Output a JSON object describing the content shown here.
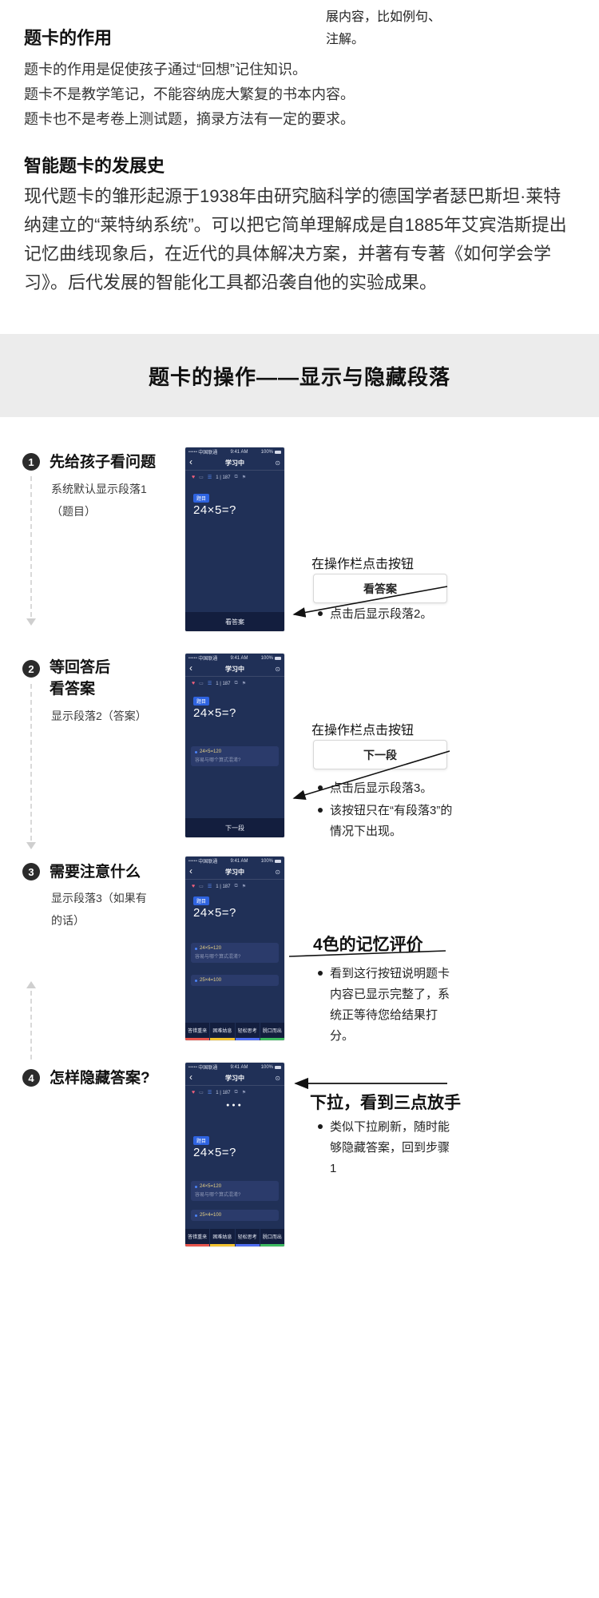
{
  "intro": {
    "top_note": "展内容，比如例句、\n注解。",
    "section1": {
      "heading": "题卡的作用",
      "body": "题卡的作用是促使孩子通过“回想”记住知识。\n题卡不是教学笔记，不能容纳庞大繁复的书本内容。\n题卡也不是考卷上测试题，摘录方法有一定的要求。"
    },
    "section2": {
      "heading": "智能题卡的发展史",
      "body": "现代题卡的雏形起源于1938年由研究脑科学的德国学者瑟巴斯坦·莱特纳建立的“莱特纳系统”。可以把它简单理解成是自1885年艾宾浩斯提出记忆曲线现象后，在近代的具体解决方案，并著有专著《如何学会学习》。后代发展的智能化工具都沿袭自他的实验成果。"
    },
    "band_title": "题卡的操作——显示与隐藏段落"
  },
  "steps": [
    {
      "num": "1",
      "title": "先给孩子看问题",
      "sub": "系统默认显示段落1\n（题目）"
    },
    {
      "num": "2",
      "title": "等回答后\n看答案",
      "sub": "显示段落2（答案）"
    },
    {
      "num": "3",
      "title": "需要注意什么",
      "sub": "显示段落3（如果有\n的话）"
    },
    {
      "num": "4",
      "title": "怎样隐藏答案?",
      "sub": ""
    }
  ],
  "annotations": {
    "step1": {
      "action_label": "在操作栏点击按钮",
      "button": "看答案",
      "bullet1": "点击后显示段落2。"
    },
    "step2": {
      "action_label": "在操作栏点击按钮",
      "button": "下一段",
      "bullet1": "点击后显示段落3。",
      "bullet2": "该按钮只在“有段落3”的情况下出现。"
    },
    "step3": {
      "title": "4色的记忆评价",
      "bullet1": "看到这行按钮说明题卡内容已显示完整了，系统正等待您给结果打分。"
    },
    "step4": {
      "title": "下拉，看到三点放手",
      "bullet1": "类似下拉刷新，随时能够隐藏答案，回到步骤1"
    }
  },
  "phone": {
    "carrier": "中国联通",
    "time": "9:41 AM",
    "battery": "100%",
    "nav_title": "学习中",
    "counter": "1 | 187",
    "badge": "题目",
    "question": "24×5=?",
    "answer1": "24×5=120",
    "answer1_sub": "容易与哪个算式混淆?",
    "answer2": "25×4=100",
    "see_answer_label": "看答案",
    "next_label": "下一段",
    "icons": {
      "back": "‹",
      "settings": "⊙",
      "heart": "♥",
      "card": "▭",
      "list": "☰",
      "share": "⧉",
      "flag": "⚑",
      "dots": "●●●"
    },
    "ratings": [
      {
        "label": "答错重来",
        "color": "#e8554d"
      },
      {
        "label": "困难姑息",
        "color": "#f2c230"
      },
      {
        "label": "轻松思考",
        "color": "#4f6ef2"
      },
      {
        "label": "脱口而出",
        "color": "#3dbb61"
      }
    ]
  }
}
